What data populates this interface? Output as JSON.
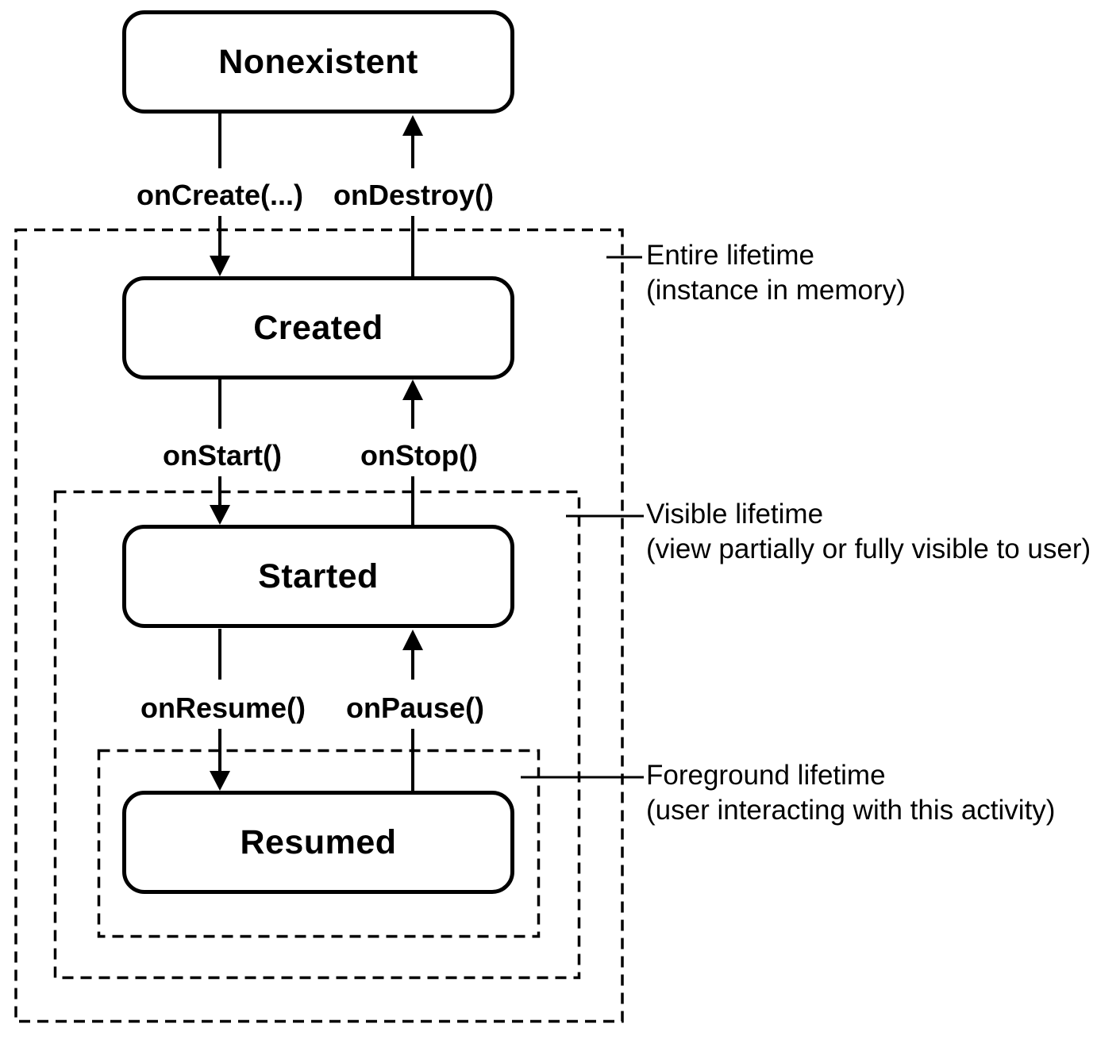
{
  "diagram": {
    "states": [
      {
        "id": "nonexistent",
        "label": "Nonexistent"
      },
      {
        "id": "created",
        "label": "Created"
      },
      {
        "id": "started",
        "label": "Started"
      },
      {
        "id": "resumed",
        "label": "Resumed"
      }
    ],
    "transitions": [
      {
        "id": "on-create",
        "label": "onCreate(...)",
        "from": "Nonexistent",
        "to": "Created",
        "direction": "down"
      },
      {
        "id": "on-destroy",
        "label": "onDestroy()",
        "from": "Created",
        "to": "Nonexistent",
        "direction": "up"
      },
      {
        "id": "on-start",
        "label": "onStart()",
        "from": "Created",
        "to": "Started",
        "direction": "down"
      },
      {
        "id": "on-stop",
        "label": "onStop()",
        "from": "Started",
        "to": "Created",
        "direction": "up"
      },
      {
        "id": "on-resume",
        "label": "onResume()",
        "from": "Started",
        "to": "Resumed",
        "direction": "down"
      },
      {
        "id": "on-pause",
        "label": "onPause()",
        "from": "Resumed",
        "to": "Started",
        "direction": "up"
      }
    ],
    "lifetimes": [
      {
        "id": "entire",
        "label": "Entire lifetime",
        "sublabel": "(instance in memory)"
      },
      {
        "id": "visible",
        "label": "Visible lifetime",
        "sublabel": "(view partially or fully visible to user)"
      },
      {
        "id": "foreground",
        "label": "Foreground lifetime",
        "sublabel": "(user interacting with this activity)"
      }
    ],
    "colors": {
      "stroke": "#000000",
      "background": "#ffffff",
      "text": "#000000"
    }
  }
}
